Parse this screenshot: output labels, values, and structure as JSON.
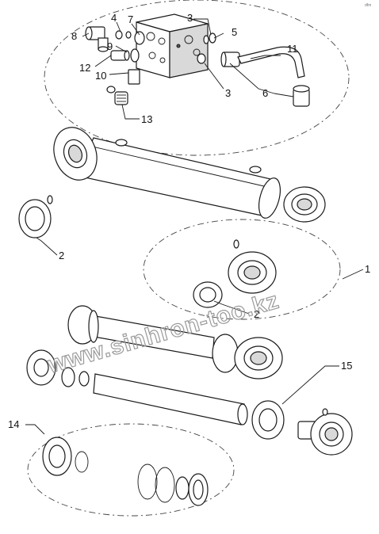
{
  "callouts": [
    {
      "id": "c4",
      "label": "4"
    },
    {
      "id": "c7",
      "label": "7"
    },
    {
      "id": "c3a",
      "label": "3"
    },
    {
      "id": "c8",
      "label": "8"
    },
    {
      "id": "c9",
      "label": "9"
    },
    {
      "id": "c5",
      "label": "5"
    },
    {
      "id": "c11",
      "label": "11"
    },
    {
      "id": "c12",
      "label": "12"
    },
    {
      "id": "c10",
      "label": "10"
    },
    {
      "id": "c3b",
      "label": "3"
    },
    {
      "id": "c6",
      "label": "6"
    },
    {
      "id": "c13",
      "label": "13"
    },
    {
      "id": "c2a",
      "label": "2"
    },
    {
      "id": "c1",
      "label": "1"
    },
    {
      "id": "c2b",
      "label": "2"
    },
    {
      "id": "c15",
      "label": "15"
    },
    {
      "id": "c14",
      "label": "14"
    }
  ],
  "watermark": "www.sinhron-too.kz",
  "corner_mark": "dfm"
}
